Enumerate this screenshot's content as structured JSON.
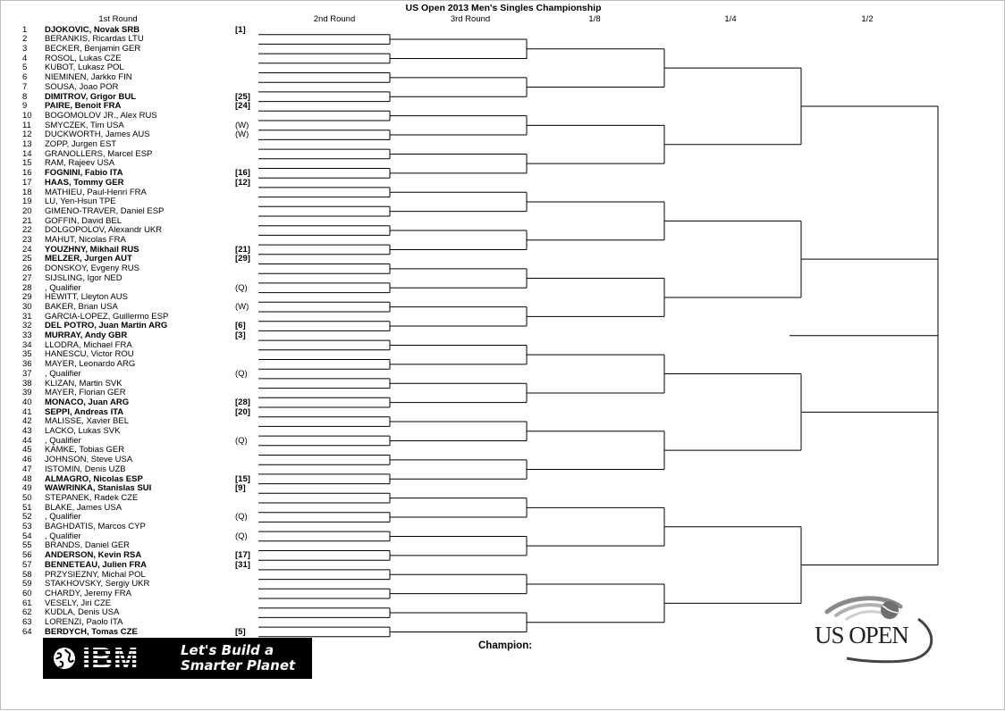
{
  "title": "US Open 2013 Men's Singles Championship",
  "rounds": [
    "1st Round",
    "2nd Round",
    "3rd Round",
    "1/8",
    "1/4",
    "1/2"
  ],
  "players": [
    {
      "num": "1",
      "name": "DJOKOVIC, Novak SRB",
      "seed": "[1]",
      "bold": true
    },
    {
      "num": "2",
      "name": "BERANKIS, Ricardas LTU",
      "seed": "",
      "bold": false
    },
    {
      "num": "3",
      "name": "BECKER, Benjamin GER",
      "seed": "",
      "bold": false
    },
    {
      "num": "4",
      "name": "ROSOL, Lukas CZE",
      "seed": "",
      "bold": false
    },
    {
      "num": "5",
      "name": "KUBOT, Lukasz POL",
      "seed": "",
      "bold": false
    },
    {
      "num": "6",
      "name": "NIEMINEN, Jarkko FIN",
      "seed": "",
      "bold": false
    },
    {
      "num": "7",
      "name": "SOUSA, Joao POR",
      "seed": "",
      "bold": false
    },
    {
      "num": "8",
      "name": "DIMITROV, Grigor BUL",
      "seed": "[25]",
      "bold": true
    },
    {
      "num": "9",
      "name": "PAIRE, Benoit FRA",
      "seed": "[24]",
      "bold": true
    },
    {
      "num": "10",
      "name": "BOGOMOLOV JR., Alex RUS",
      "seed": "",
      "bold": false
    },
    {
      "num": "11",
      "name": "SMYCZEK, Tim USA",
      "seed": "(W)",
      "bold": false
    },
    {
      "num": "12",
      "name": "DUCKWORTH, James AUS",
      "seed": "(W)",
      "bold": false
    },
    {
      "num": "13",
      "name": "ZOPP, Jurgen EST",
      "seed": "",
      "bold": false
    },
    {
      "num": "14",
      "name": "GRANOLLERS, Marcel ESP",
      "seed": "",
      "bold": false
    },
    {
      "num": "15",
      "name": "RAM, Rajeev USA",
      "seed": "",
      "bold": false
    },
    {
      "num": "16",
      "name": "FOGNINI, Fabio ITA",
      "seed": "[16]",
      "bold": true
    },
    {
      "num": "17",
      "name": "HAAS, Tommy GER",
      "seed": "[12]",
      "bold": true
    },
    {
      "num": "18",
      "name": "MATHIEU, Paul-Henri FRA",
      "seed": "",
      "bold": false
    },
    {
      "num": "19",
      "name": "LU, Yen-Hsun TPE",
      "seed": "",
      "bold": false
    },
    {
      "num": "20",
      "name": "GIMENO-TRAVER, Daniel ESP",
      "seed": "",
      "bold": false
    },
    {
      "num": "21",
      "name": "GOFFIN, David BEL",
      "seed": "",
      "bold": false
    },
    {
      "num": "22",
      "name": "DOLGOPOLOV, Alexandr UKR",
      "seed": "",
      "bold": false
    },
    {
      "num": "23",
      "name": "MAHUT, Nicolas FRA",
      "seed": "",
      "bold": false
    },
    {
      "num": "24",
      "name": "YOUZHNY, Mikhail RUS",
      "seed": "[21]",
      "bold": true
    },
    {
      "num": "25",
      "name": "MELZER, Jurgen AUT",
      "seed": "[29]",
      "bold": true
    },
    {
      "num": "26",
      "name": "DONSKOY, Evgeny RUS",
      "seed": "",
      "bold": false
    },
    {
      "num": "27",
      "name": "SIJSLING, Igor NED",
      "seed": "",
      "bold": false
    },
    {
      "num": "28",
      "name": ", Qualifier",
      "seed": "(Q)",
      "bold": false
    },
    {
      "num": "29",
      "name": "HEWITT, Lleyton AUS",
      "seed": "",
      "bold": false
    },
    {
      "num": "30",
      "name": "BAKER, Brian USA",
      "seed": "(W)",
      "bold": false
    },
    {
      "num": "31",
      "name": "GARCIA-LOPEZ, Guillermo ESP",
      "seed": "",
      "bold": false
    },
    {
      "num": "32",
      "name": "DEL POTRO, Juan Martin ARG",
      "seed": "[6]",
      "bold": true
    },
    {
      "num": "33",
      "name": "MURRAY, Andy GBR",
      "seed": "[3]",
      "bold": true
    },
    {
      "num": "34",
      "name": "LLODRA, Michael FRA",
      "seed": "",
      "bold": false
    },
    {
      "num": "35",
      "name": "HANESCU, Victor ROU",
      "seed": "",
      "bold": false
    },
    {
      "num": "36",
      "name": "MAYER, Leonardo ARG",
      "seed": "",
      "bold": false
    },
    {
      "num": "37",
      "name": ", Qualifier",
      "seed": "(Q)",
      "bold": false
    },
    {
      "num": "38",
      "name": "KLIZAN, Martin SVK",
      "seed": "",
      "bold": false
    },
    {
      "num": "39",
      "name": "MAYER, Florian GER",
      "seed": "",
      "bold": false
    },
    {
      "num": "40",
      "name": "MONACO, Juan ARG",
      "seed": "[28]",
      "bold": true
    },
    {
      "num": "41",
      "name": "SEPPI, Andreas ITA",
      "seed": "[20]",
      "bold": true
    },
    {
      "num": "42",
      "name": "MALISSE, Xavier BEL",
      "seed": "",
      "bold": false
    },
    {
      "num": "43",
      "name": "LACKO, Lukas SVK",
      "seed": "",
      "bold": false
    },
    {
      "num": "44",
      "name": ", Qualifier",
      "seed": "(Q)",
      "bold": false
    },
    {
      "num": "45",
      "name": "KAMKE, Tobias GER",
      "seed": "",
      "bold": false
    },
    {
      "num": "46",
      "name": "JOHNSON, Steve USA",
      "seed": "",
      "bold": false
    },
    {
      "num": "47",
      "name": "ISTOMIN, Denis UZB",
      "seed": "",
      "bold": false
    },
    {
      "num": "48",
      "name": "ALMAGRO, Nicolas ESP",
      "seed": "[15]",
      "bold": true
    },
    {
      "num": "49",
      "name": "WAWRINKA, Stanislas SUI",
      "seed": "[9]",
      "bold": true
    },
    {
      "num": "50",
      "name": "STEPANEK, Radek CZE",
      "seed": "",
      "bold": false
    },
    {
      "num": "51",
      "name": "BLAKE, James USA",
      "seed": "",
      "bold": false
    },
    {
      "num": "52",
      "name": ", Qualifier",
      "seed": "(Q)",
      "bold": false
    },
    {
      "num": "53",
      "name": "BAGHDATIS, Marcos CYP",
      "seed": "",
      "bold": false
    },
    {
      "num": "54",
      "name": ", Qualifier",
      "seed": "(Q)",
      "bold": false
    },
    {
      "num": "55",
      "name": "BRANDS, Daniel GER",
      "seed": "",
      "bold": false
    },
    {
      "num": "56",
      "name": "ANDERSON, Kevin RSA",
      "seed": "[17]",
      "bold": true
    },
    {
      "num": "57",
      "name": "BENNETEAU, Julien FRA",
      "seed": "[31]",
      "bold": true
    },
    {
      "num": "58",
      "name": "PRZYSIEZNY, Michal POL",
      "seed": "",
      "bold": false
    },
    {
      "num": "59",
      "name": "STAKHOVSKY, Sergiy UKR",
      "seed": "",
      "bold": false
    },
    {
      "num": "60",
      "name": "CHARDY, Jeremy FRA",
      "seed": "",
      "bold": false
    },
    {
      "num": "61",
      "name": "VESELY, Jiri CZE",
      "seed": "",
      "bold": false
    },
    {
      "num": "62",
      "name": "KUDLA, Denis USA",
      "seed": "",
      "bold": false
    },
    {
      "num": "63",
      "name": "LORENZI, Paolo ITA",
      "seed": "",
      "bold": false
    },
    {
      "num": "64",
      "name": "BERDYCH, Tomas CZE",
      "seed": "[5]",
      "bold": true
    }
  ],
  "champion_label": "Champion:",
  "sponsor": {
    "wordmark": "IBM",
    "tagline_1": "Let's Build a",
    "tagline_2": "Smarter Planet"
  },
  "tournament_logo": {
    "text": "US OPEN"
  },
  "colors": {
    "line": "#000000",
    "sponsor_bg": "#000000"
  }
}
